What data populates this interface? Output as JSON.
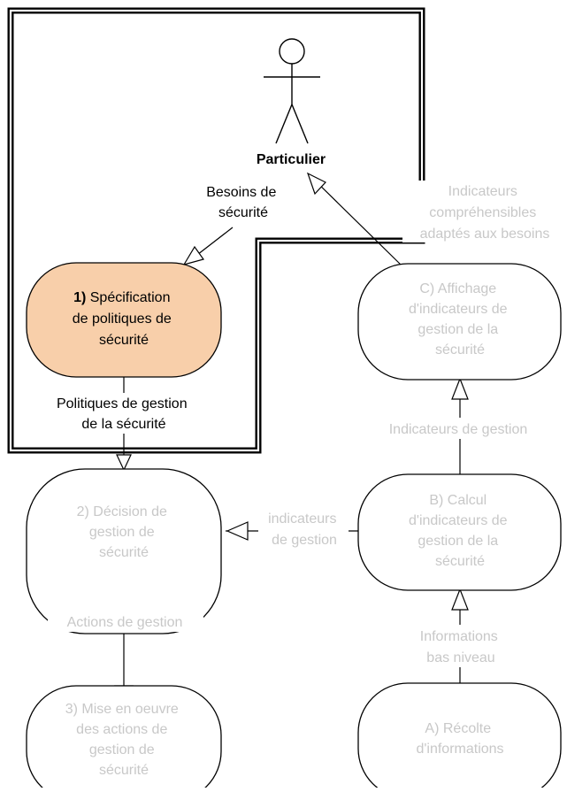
{
  "actor": {
    "label": "Particulier"
  },
  "nodes": {
    "spec": {
      "number": "1)",
      "lines": [
        "Spécification",
        "de politiques de",
        "sécurité"
      ],
      "fill": "#f8cfaa",
      "highlighted": true
    },
    "decision": {
      "lines": [
        "2) Décision de",
        "gestion de",
        "sécurité"
      ],
      "highlighted": false
    },
    "mise": {
      "lines": [
        "3) Mise en oeuvre",
        "des actions de",
        "gestion de",
        "sécurité"
      ],
      "highlighted": false
    },
    "affichage": {
      "lines": [
        "C) Affichage",
        "d'indicateurs de",
        "gestion de la",
        "sécurité"
      ],
      "highlighted": false
    },
    "calcul": {
      "lines": [
        "B) Calcul",
        "d'indicateurs de",
        "gestion de la",
        "sécurité"
      ],
      "highlighted": false
    },
    "recolte": {
      "lines": [
        "A) Récolte",
        "d'informations"
      ],
      "highlighted": false
    }
  },
  "edge_labels": {
    "besoins": [
      "Besoins de",
      "sécurité"
    ],
    "politiques": [
      "Politiques de gestion",
      "de la sécurité"
    ],
    "indicateurs_comprehensibles": [
      "Indicateurs",
      "compréhensibles",
      "adaptés aux besoins"
    ],
    "indicateurs_gestion_vertical": [
      "Indicateurs de gestion"
    ],
    "indicateurs_gestion_side": [
      "indicateurs",
      "de gestion"
    ],
    "actions": [
      "Actions de gestion"
    ],
    "informations": [
      "Informations",
      "bas niveau"
    ]
  },
  "colors": {
    "highlight_fill": "#f8cfaa",
    "dim_text": "#c8c8c8",
    "stroke": "#000000"
  }
}
